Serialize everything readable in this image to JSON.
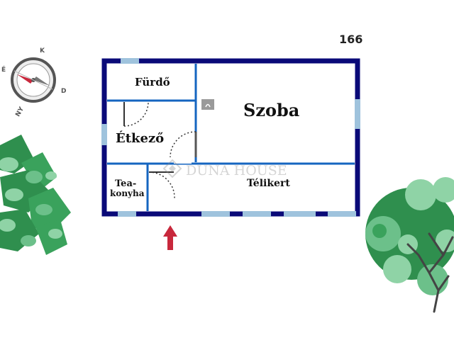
{
  "plan": {
    "number": "166",
    "rooms": {
      "furdo": "Fürdő",
      "szoba": "Szoba",
      "etkezo": "Étkező",
      "tea_line1": "Tea-",
      "tea_line2": "konyha",
      "telikert": "Télikert"
    },
    "watermark": "DUNA HOUSE",
    "compass": {
      "north": "K",
      "east": "D",
      "west": "É",
      "south": "NY"
    }
  },
  "colors": {
    "wall": "#0a0a78",
    "window": "#9fc3dd",
    "arrow": "#c8283c",
    "tree_dark": "#2f8f4e",
    "tree_light": "#8fd3a6"
  },
  "icons": {
    "compass": "compass-rose-icon",
    "entrance": "entrance-arrow-icon",
    "heater": "heater-icon"
  }
}
